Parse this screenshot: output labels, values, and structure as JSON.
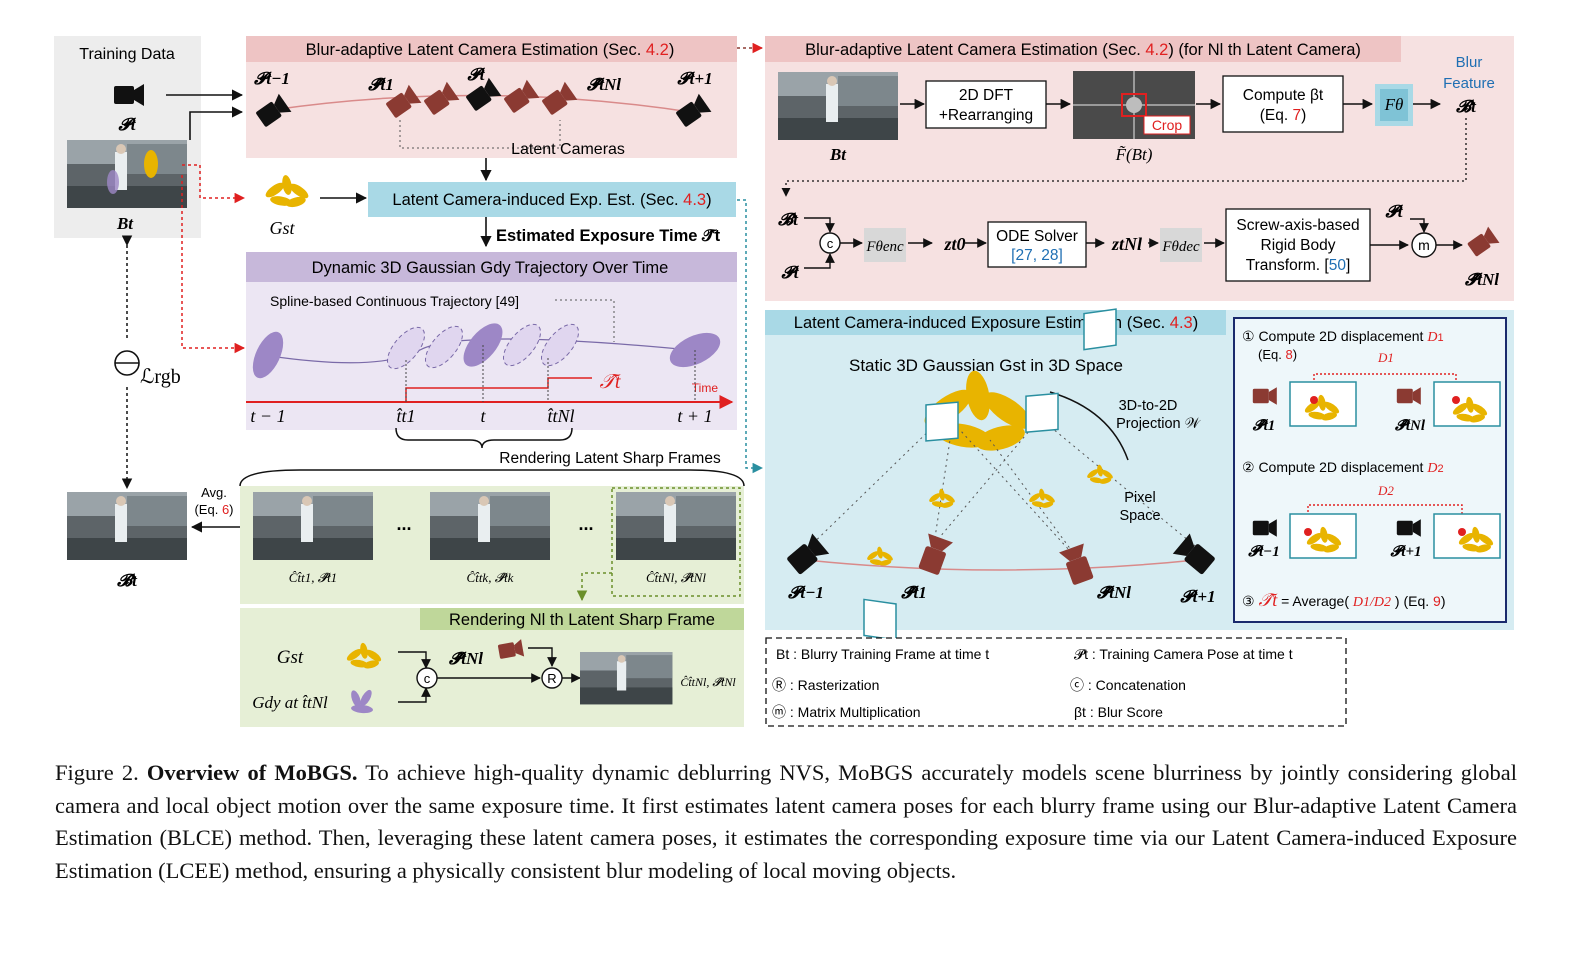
{
  "colors": {
    "pink_panel": "#f6e1e1",
    "pink_header": "#eec4c4",
    "blue_panel": "#d6ecf2",
    "blue_header": "#a9d9e6",
    "purple_header": "#c7b8da",
    "purple_panel": "#ece6f3",
    "green_panel": "#e6efd6",
    "green_header": "#bfd79a",
    "gray_panel": "#ededed",
    "red": "#e02020",
    "blue_text": "#1f6fb3",
    "gaussian_yellow": "#e8b400",
    "gaussian_purple": "#9d87c6",
    "camera_red": "#8b3a32"
  },
  "training": {
    "title": "Training Data",
    "pose": "𝓟t",
    "frame": "Bt"
  },
  "blce": {
    "title_pre": "Blur-adaptive Latent Camera Estimation (Sec. ",
    "sec": "4.2",
    "title_post": ")",
    "p_prev": "𝓟t−1",
    "p_hat1": "𝓟̂t1",
    "p_t": "𝓟t",
    "p_hatN": "𝓟̂tNl",
    "p_next": "𝓟t+1",
    "latent_label": "Latent Cameras"
  },
  "blce_detail": {
    "title_pre": "Blur-adaptive Latent Camera Estimation (Sec. ",
    "sec": "4.2",
    "title_post": ") (for Nl th Latent Camera)",
    "frame_label": "Bt",
    "dft": [
      "2D DFT",
      "+Rearranging"
    ],
    "crop": "Crop",
    "fft_label": "F̃(Bt)",
    "compute": [
      "Compute βt",
      "(Eq. 7)"
    ],
    "eq_ref": "7",
    "f_theta": "Fθ",
    "blur_feature": [
      "Blur",
      "Feature",
      "𝓑̂t"
    ],
    "b_hat": "𝓑̂t",
    "p_in": "𝓟t",
    "enc": "Fθenc",
    "z0": "zt0",
    "ode": [
      "ODE Solver",
      "[27, 28]"
    ],
    "zN": "ztNl",
    "dec": "Fθdec",
    "screw": [
      "Screw-axis-based",
      "Rigid Body",
      "Transform. [50]"
    ],
    "p_top": "𝓟t",
    "out": "𝓟̂tNl",
    "concat_sym": "c",
    "mult_sym": "m"
  },
  "lcee": {
    "gst": "Gst",
    "title_pre": "Latent Camera-induced Exp. Est. (Sec. ",
    "sec": "4.3",
    "title_post": ")",
    "estimated": "Estimated Exposure Time 𝒯̂t"
  },
  "dynamic": {
    "title": "Dynamic 3D Gaussian Gdy Trajectory Over Time",
    "spline": "Spline-based Continuous Trajectory [49]",
    "time": "Time",
    "t_hat": "𝒯̂t",
    "ticks": [
      "t − 1",
      "t̂t1",
      "t",
      "t̂tNl",
      "t + 1"
    ],
    "loss": "ℒrgb",
    "render_label": "Rendering Latent Sharp Frames"
  },
  "render": {
    "avg": [
      "Avg.",
      "(Eq. 6)"
    ],
    "out_label": "𝓑̂t",
    "dots": "...",
    "frames": [
      "Ĉt̂t1, 𝓟̂t1",
      "Ĉt̂tk, 𝓟̂tk",
      "Ĉt̂tNl, 𝓟̂tNl"
    ],
    "nth_title": "Rendering Nl th Latent Sharp Frame",
    "gst": "Gst",
    "gdy": "Gdy at t̂tNl",
    "pose": "𝓟̂tNl",
    "out": "Ĉt̂tNl, 𝓟̂tNl",
    "c": "c",
    "r": "R"
  },
  "lcee_detail": {
    "title_pre": "Latent Camera-induced Exposure Estimation (Sec. ",
    "sec": "4.3",
    "title_post": ")",
    "static": "Static 3D Gaussian Gst in 3D Space",
    "proj": [
      "3D-to-2D",
      "Projection 𝒲"
    ],
    "pixel": [
      "Pixel",
      "Space"
    ],
    "cams": [
      "𝓟t−1",
      "𝓟̂t1",
      "𝓟̂tNl",
      "𝓟t+1"
    ],
    "step1": "① Compute 2D displacement D1",
    "step1_eq": "(Eq. 8)",
    "d1": "D1",
    "step2": "② Compute 2D displacement D2",
    "d2": "D2",
    "step3": "③ 𝒯̂t = Average( D1/D2 ) (Eq. 9)",
    "cams1": [
      "𝓟̂t1",
      "𝓟̂tNl"
    ],
    "cams2": [
      "𝓟t−1",
      "𝓟t+1"
    ]
  },
  "legend": {
    "items": [
      "Bt : Blurry Training Frame at time t",
      "𝓟t : Training Camera Pose at time t",
      "Ⓡ : Rasterization",
      "ⓒ : Concatenation",
      "ⓜ : Matrix Multiplication",
      "βt : Blur Score"
    ]
  },
  "caption": {
    "lead": "Figure 2. ",
    "bold": "Overview of MoBGS.",
    "text": " To achieve high-quality dynamic deblurring NVS, MoBGS accurately models scene blurriness by jointly considering global camera and local object motion over the same exposure time. It first estimates latent camera poses for each blurry frame using our Blur-adaptive Latent Camera Estimation (BLCE) method. Then, leveraging these latent camera poses, it estimates the corresponding exposure time via our Latent Camera-induced Exposure Estimation (LCEE) method, ensuring a physically consistent blur modeling of local moving objects."
  }
}
